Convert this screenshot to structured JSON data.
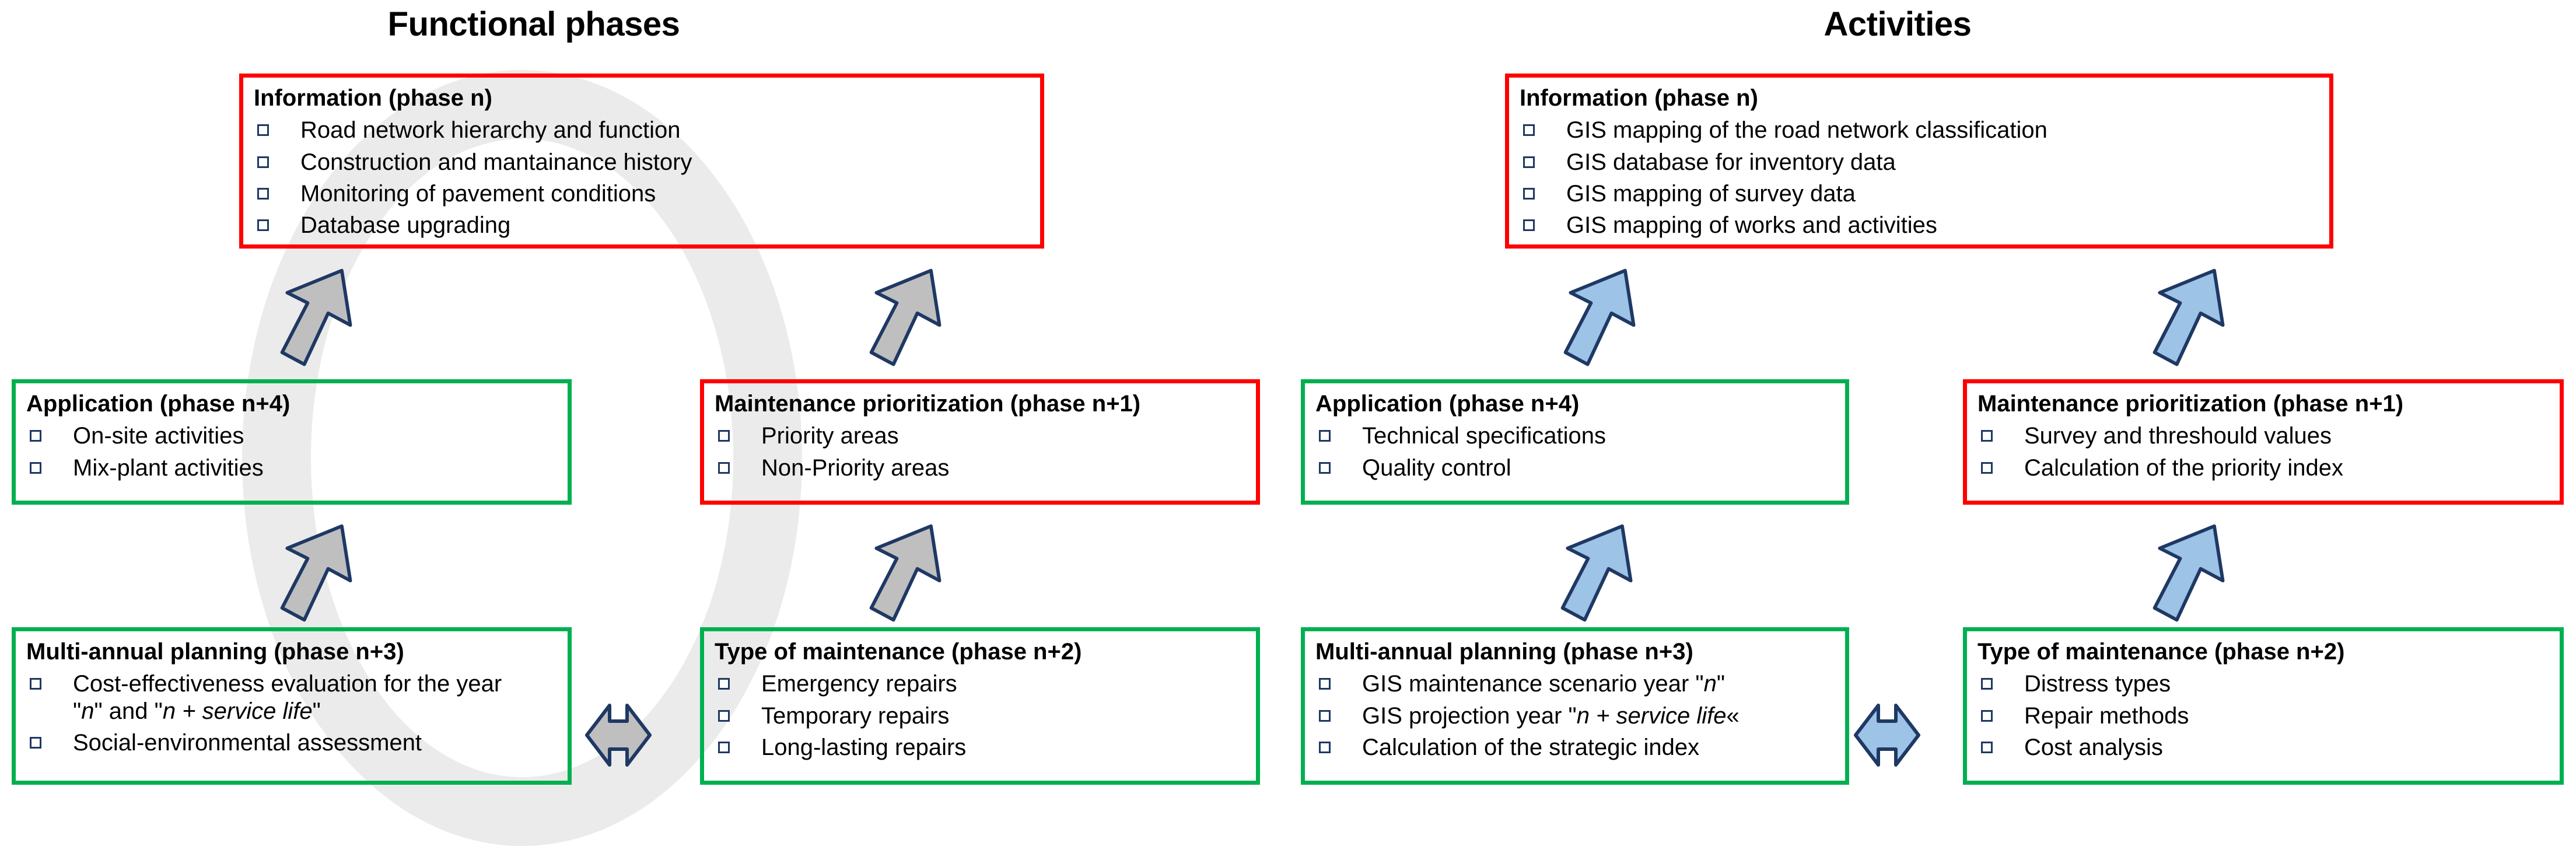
{
  "panels": {
    "functional": {
      "title": "Functional phases",
      "accent_red": "#FF0000",
      "accent_green": "#00B050",
      "arrow_fill": "#BFBFBF",
      "arrow_stroke": "#1F3864",
      "boxes": {
        "information": {
          "title": "Information (phase n)",
          "items": [
            "Road network hierarchy and function",
            "Construction and mantainance history",
            "Monitoring of pavement conditions",
            "Database upgrading"
          ]
        },
        "application": {
          "title": "Application (phase n+4)",
          "items": [
            "On-site activities",
            "Mix-plant activities"
          ]
        },
        "prioritization": {
          "title": "Maintenance prioritization (phase n+1)",
          "items": [
            "Priority areas",
            "Non-Priority areas"
          ]
        },
        "planning": {
          "title": "Multi-annual planning (phase n+3)",
          "items_html": [
            "Cost-effectiveness evaluation for the year \"<i>n</i>\" and \"<i>n + service life</i>\"",
            "Social-environmental assessment"
          ]
        },
        "type_of_maintenance": {
          "title": "Type of maintenance (phase n+2)",
          "items": [
            "Emergency repairs",
            "Temporary repairs",
            "Long-lasting repairs"
          ]
        }
      }
    },
    "activities": {
      "title": "Activities",
      "accent_red": "#FF0000",
      "accent_green": "#00B050",
      "arrow_fill": "#9DC3E6",
      "arrow_stroke": "#1F3864",
      "boxes": {
        "information": {
          "title": "Information (phase n)",
          "items": [
            "GIS mapping of the road network classification",
            "GIS database for inventory data",
            "GIS mapping of survey data",
            "GIS mapping of works and activities"
          ]
        },
        "application": {
          "title": "Application (phase n+4)",
          "items": [
            "Technical specifications",
            "Quality control"
          ]
        },
        "prioritization": {
          "title": "Maintenance prioritization (phase n+1)",
          "items": [
            "Survey and threshould values",
            "Calculation of the priority index"
          ]
        },
        "planning": {
          "title": "Multi-annual planning (phase n+3)",
          "items_html": [
            "GIS maintenance scenario year \"<i>n</i>\"",
            "GIS projection year \"<i>n + service life</i>«",
            "Calculation of the strategic index"
          ]
        },
        "type_of_maintenance": {
          "title": "Type of maintenance (phase n+2)",
          "items": [
            "Distress types",
            "Repair methods",
            "Cost analysis"
          ]
        }
      }
    }
  },
  "icons": {
    "bullet": "square-bullet",
    "arrow_up_right": "arrow-up-right-icon",
    "arrow_down_right": "arrow-down-right-icon",
    "arrow_up_left": "arrow-up-left-icon",
    "arrow_down_left": "arrow-down-left-icon",
    "arrow_double": "arrow-left-right-icon"
  }
}
